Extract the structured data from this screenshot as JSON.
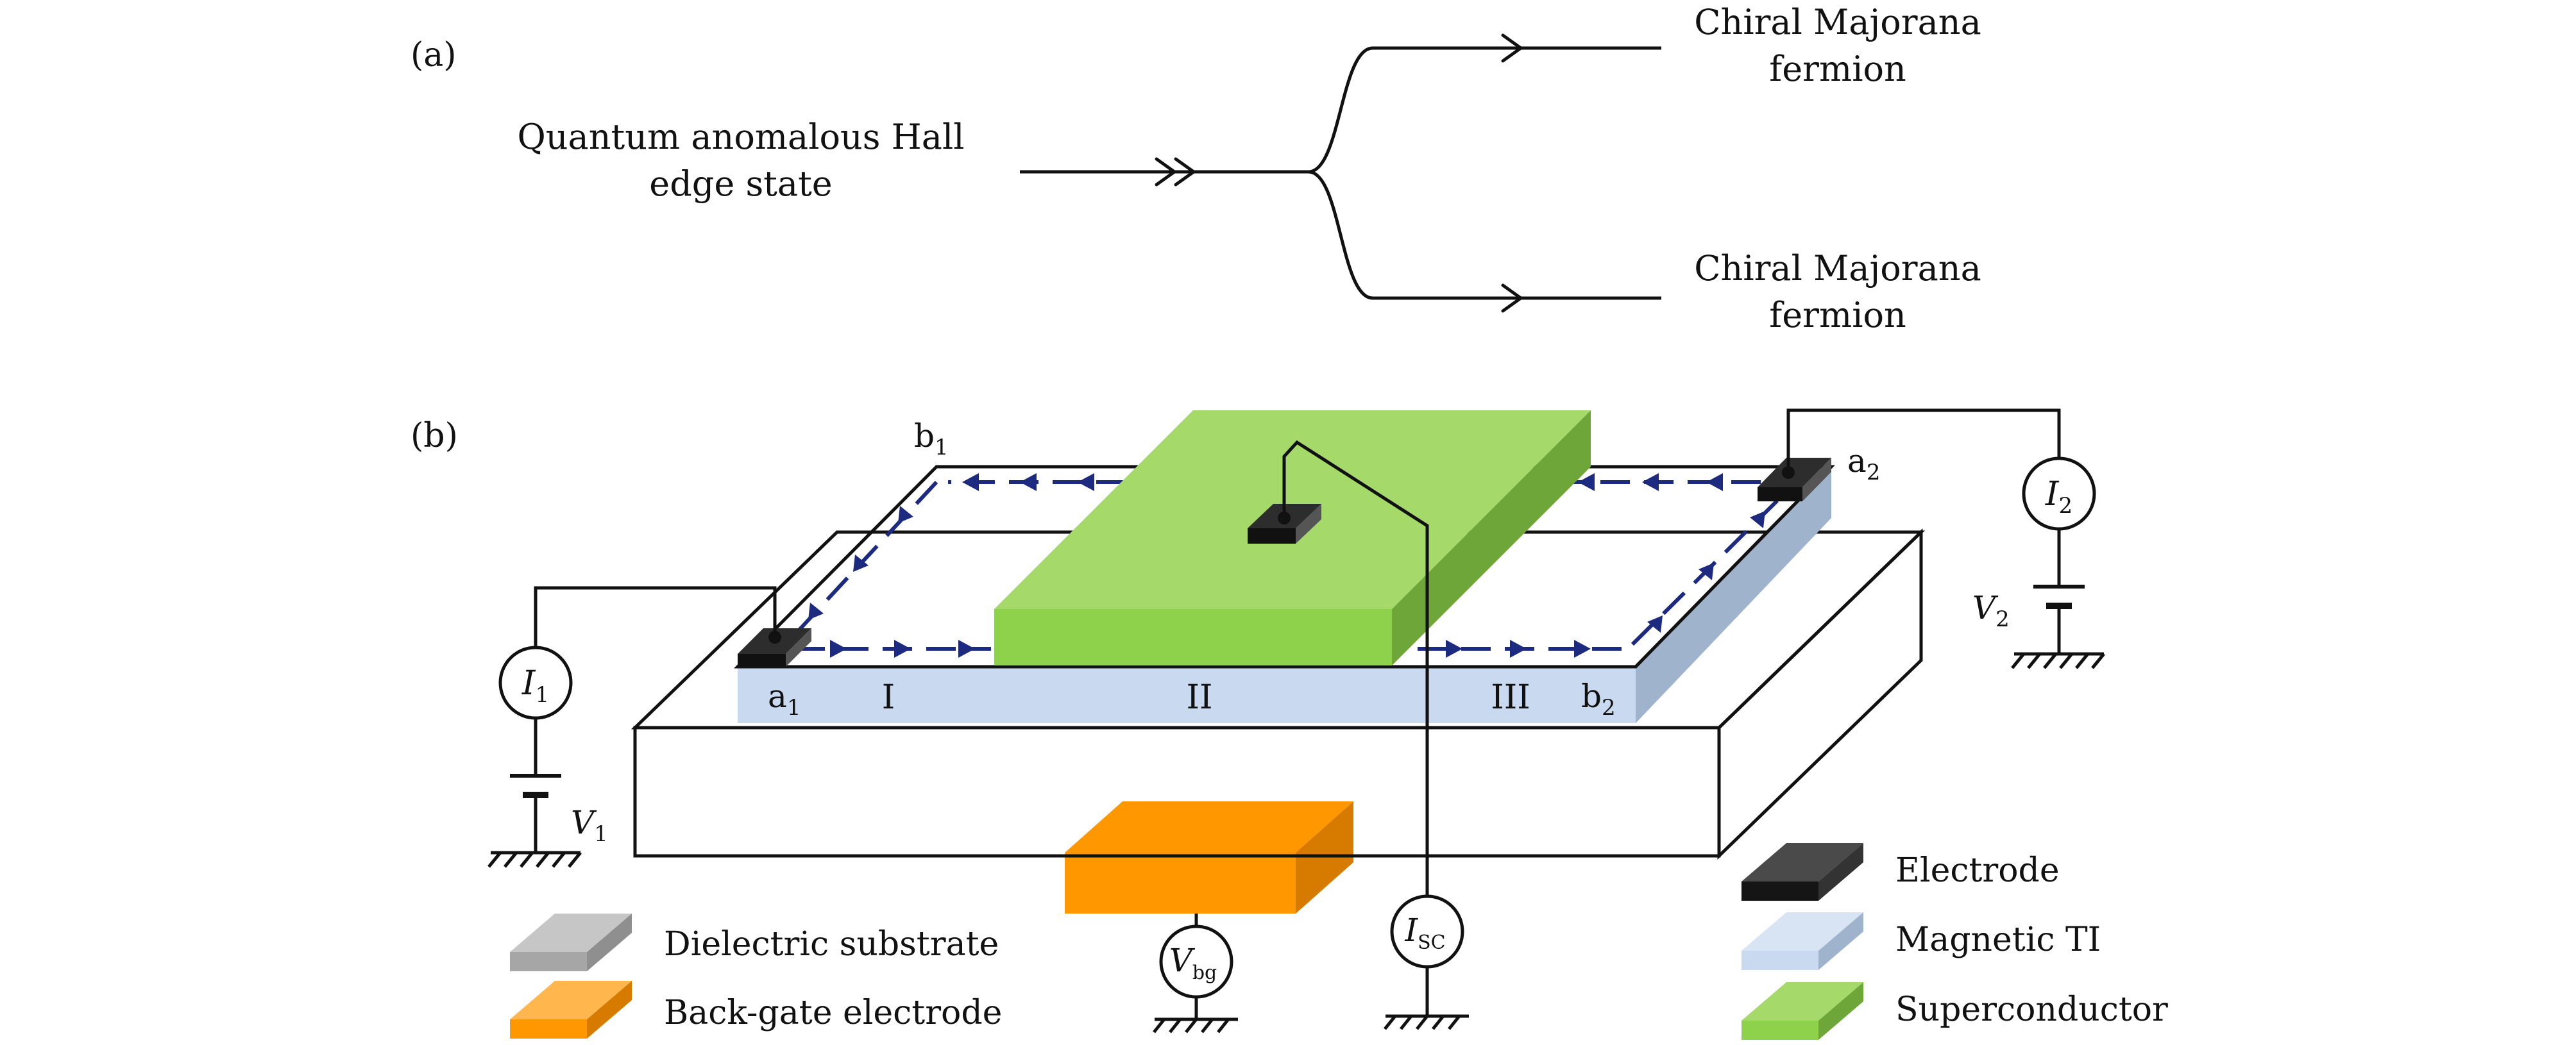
{
  "panel_a": {
    "label": "(a)",
    "source_line1": "Quantum anomalous Hall",
    "source_line2": "edge state",
    "branch_top_line1": "Chiral Majorana",
    "branch_top_line2": "fermion",
    "branch_bottom_line1": "Chiral Majorana",
    "branch_bottom_line2": "fermion"
  },
  "panel_b": {
    "label": "(b)",
    "contacts": {
      "b1": {
        "main": "b",
        "sub": "1"
      },
      "a1": {
        "main": "a",
        "sub": "1"
      },
      "a2": {
        "main": "a",
        "sub": "2"
      },
      "b2": {
        "main": "b",
        "sub": "2"
      }
    },
    "regions": [
      "I",
      "II",
      "III"
    ],
    "meters": {
      "I1": {
        "main": "I",
        "sub": "1"
      },
      "I2": {
        "main": "I",
        "sub": "2"
      },
      "Vbg": {
        "main": "V",
        "sub": "bg"
      },
      "ISC": {
        "main": "I",
        "sub": "SC"
      }
    },
    "voltages": {
      "V1": {
        "main": "V",
        "sub": "1"
      },
      "V2": {
        "main": "V",
        "sub": "2"
      }
    }
  },
  "legend": [
    {
      "label": "Dielectric substrate",
      "color": "#b5b5b5"
    },
    {
      "label": "Back-gate electrode",
      "color": "#ffa726"
    },
    {
      "label": "Electrode",
      "color": "#3a3a3a"
    },
    {
      "label": "Magnetic TI",
      "color": "#c9d9ef"
    },
    {
      "label": "Superconductor",
      "color": "#9ed45a"
    }
  ],
  "colors": {
    "substrate_front": "#a6a6a6",
    "substrate_top": "#bdbdbd",
    "substrate_side": "#858585",
    "ti_top": "#c9d9ef",
    "ti_side": "#9fb3cc",
    "sc_top": "#a5d96a",
    "sc_front": "#8ed14b",
    "sc_side": "#6fa63a",
    "gate_front": "#ff9800",
    "gate_side": "#d67a00",
    "electrode_top": "#2d2d2d",
    "electrode_front": "#111111",
    "edge_arrow": "#1c2a80"
  }
}
